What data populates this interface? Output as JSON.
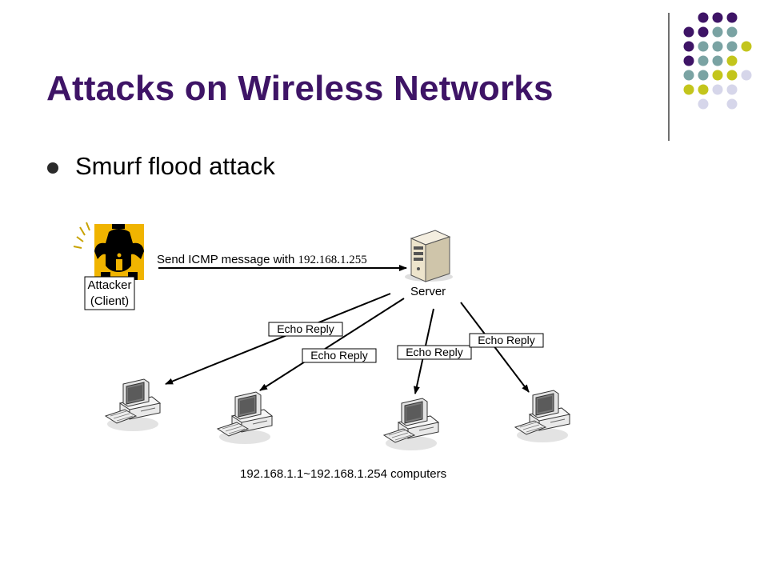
{
  "title": "Attacks on Wireless Networks",
  "bullet": "Smurf flood attack",
  "diagram": {
    "attacker_line1": "Attacker",
    "attacker_line2": "(Client)",
    "send_label_prefix": "Send ICMP message with",
    "send_label_ip": "192.168.1.255",
    "server_label": "Server",
    "echo_reply_label": "Echo Reply",
    "computers_label": "192.168.1.1~192.168.1.254 computers"
  },
  "colors": {
    "title": "#3e1466",
    "dot_purple": "#3e1466",
    "dot_teal": "#7aa3a3",
    "dot_yellow": "#c3c51c",
    "dot_lavender": "#d6d6ea",
    "attacker_gold": "#f0b400"
  },
  "icons": {
    "attacker": "attacker-icon",
    "server": "server-icon",
    "computer": "desktop-computer-icon"
  }
}
